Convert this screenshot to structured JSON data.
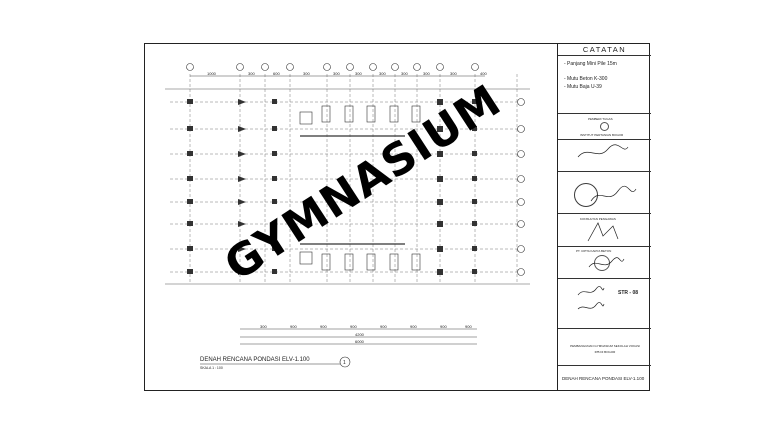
{
  "watermark": "GYMNASIUM",
  "notes": {
    "header": "CATATAN",
    "items": [
      "- Panjang Mini Pile 15m",
      "- Mutu Beton K-300",
      "- Mutu Baja U-39"
    ]
  },
  "drawing": {
    "title": "DENAH RENCANA PONDASI ELV-1.100",
    "scale": "SKALA  1 : 100",
    "number": "1",
    "code": "STR - 08",
    "sheet_title": "DENAH RENCANA PONDASI ELV-1.100",
    "top_dims": [
      "1000",
      "300",
      "600",
      "300",
      "300",
      "300",
      "300",
      "300",
      "300",
      "300",
      "400"
    ],
    "bottom_dims": [
      "300",
      "900",
      "900",
      "900",
      "900",
      "900",
      "900",
      "900"
    ],
    "bottom_total_1": "4200",
    "bottom_total_2": "6000"
  },
  "side_labels": {
    "owner": "PEMBERI TUGAS",
    "institute": "INSTITUT PERTANIAN BOGOR",
    "supervisor": "KONSULTAN PENGAWAS",
    "contractor": "PT. CIPTA KARYA BETON",
    "project": "PEMBANGUNAN GYMNASIUM SEKOLAH VOKASI IPB DI BOGOR"
  }
}
